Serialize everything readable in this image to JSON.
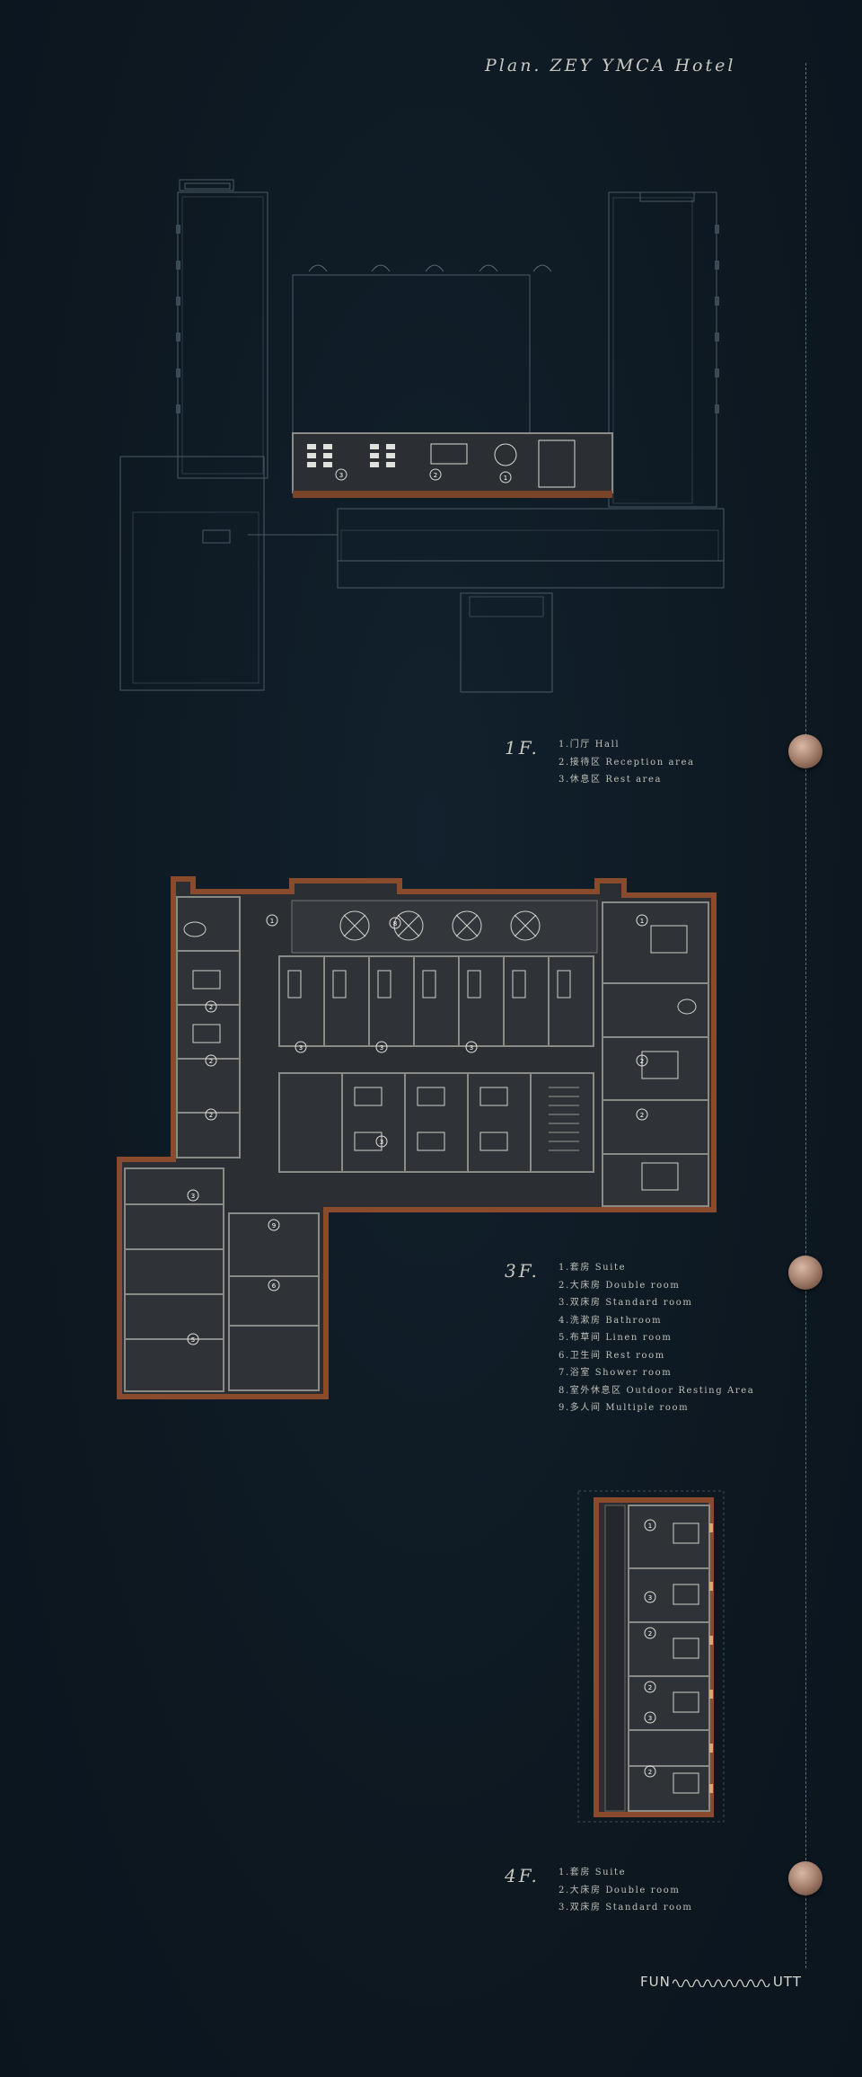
{
  "title": "Plan. ZEY YMCA Hotel",
  "floors": [
    {
      "label": "1F.",
      "legend": [
        "1.门厅 Hall",
        "2.接待区 Reception area",
        "3.休息区 Rest area"
      ]
    },
    {
      "label": "3F.",
      "legend": [
        "1.套房 Suite",
        "2.大床房 Double room",
        "3.双床房 Standard room",
        "4.洗漱房 Bathroom",
        "5.布草间 Linen room",
        "6.卫生间 Rest room",
        "7.浴室 Shower room",
        "8.室外休息区 Outdoor Resting Area",
        "9.多人间 Multiple room"
      ]
    },
    {
      "label": "4F.",
      "legend": [
        "1.套房 Suite",
        "2.大床房 Double room",
        "3.双床房 Standard room"
      ]
    }
  ],
  "brand": {
    "left": "FUN",
    "right": "UTT"
  },
  "colors": {
    "background": "#0e1a24",
    "wall": "#8a4a2c",
    "floor": "#2b2f33",
    "line": "#5c6c78"
  }
}
